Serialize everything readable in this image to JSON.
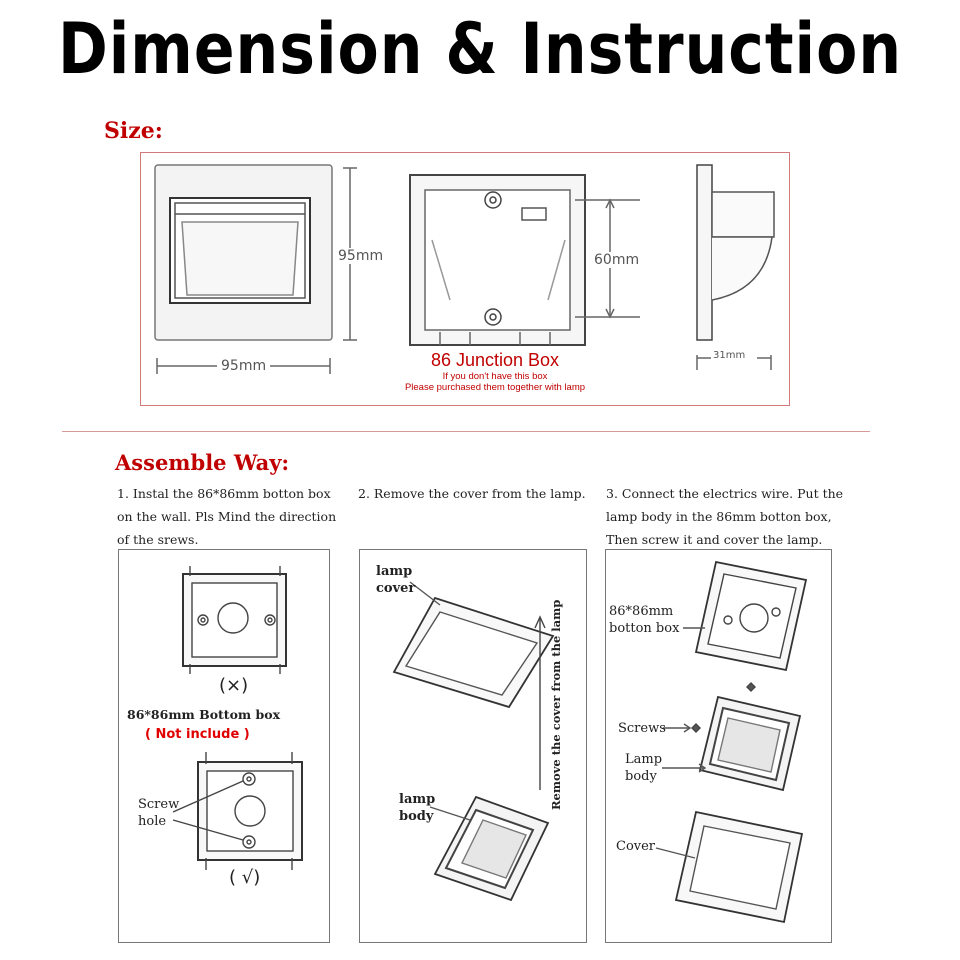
{
  "title": "Dimension & Instruction",
  "size": {
    "heading": "Size:",
    "dim_height": "95mm",
    "dim_width": "95mm",
    "dim_box": "60mm",
    "dim_depth": "31mm",
    "junction_title": "86 Junction Box",
    "junction_note1": "If you don't have this box",
    "junction_note2": "Please purchased them together with lamp"
  },
  "assemble": {
    "heading": "Assemble Way:",
    "step1_line1": "1. Instal the 86*86mm botton box",
    "step1_line2": "on the wall. Pls Mind the direction",
    "step1_line3": "of the srews.",
    "step2": "2. Remove the cover from the lamp.",
    "step3_line1": "3. Connect the electrics wire. Put the",
    "step3_line2": "lamp body in the 86mm botton box,",
    "step3_line3": "Then screw it and cover the lamp.",
    "panel1": {
      "wrong_mark": "(×)",
      "bottom_box": "86*86mm Bottom box",
      "not_include": "( Not include )",
      "screw_line1": "Screw",
      "screw_line2": "hole",
      "right_mark": "( √)"
    },
    "panel2": {
      "cover_line1": "lamp",
      "cover_line2": "cover",
      "body_line1": "lamp",
      "body_line2": "body",
      "remove_text": "Remove the cover from the lamp"
    },
    "panel3": {
      "box_line1": "86*86mm",
      "box_line2": "botton box",
      "screws": "Screws",
      "body_line1": "Lamp",
      "body_line2": "body",
      "cover": "Cover"
    }
  },
  "colors": {
    "accent_red": "#c00000",
    "frame_red": "#d27a7a"
  }
}
